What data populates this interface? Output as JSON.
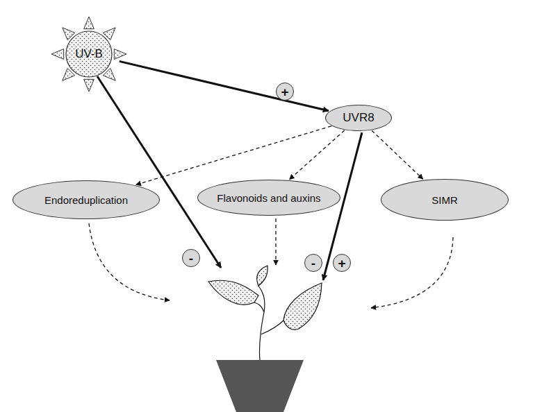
{
  "diagram": {
    "nodes": [
      {
        "text": [
          "UV-B"
        ]
      },
      {
        "text": [
          "UVR8"
        ]
      },
      {
        "text": [
          "Endoreduplication"
        ]
      },
      {
        "text": [
          "Flavonoids and auxins"
        ]
      },
      {
        "text": [
          "SIMR"
        ]
      }
    ],
    "edges": [
      {
        "from": 0,
        "to": 1,
        "label": "+",
        "arrow": "to"
      },
      {
        "from": 1,
        "to": 2,
        "arrow": "to"
      },
      {
        "from": 1,
        "to": 3,
        "arrow": "to"
      },
      {
        "from": 1,
        "to": 4,
        "arrow": "to"
      }
    ],
    "labels": [
      "-",
      "-",
      "+"
    ]
  }
}
